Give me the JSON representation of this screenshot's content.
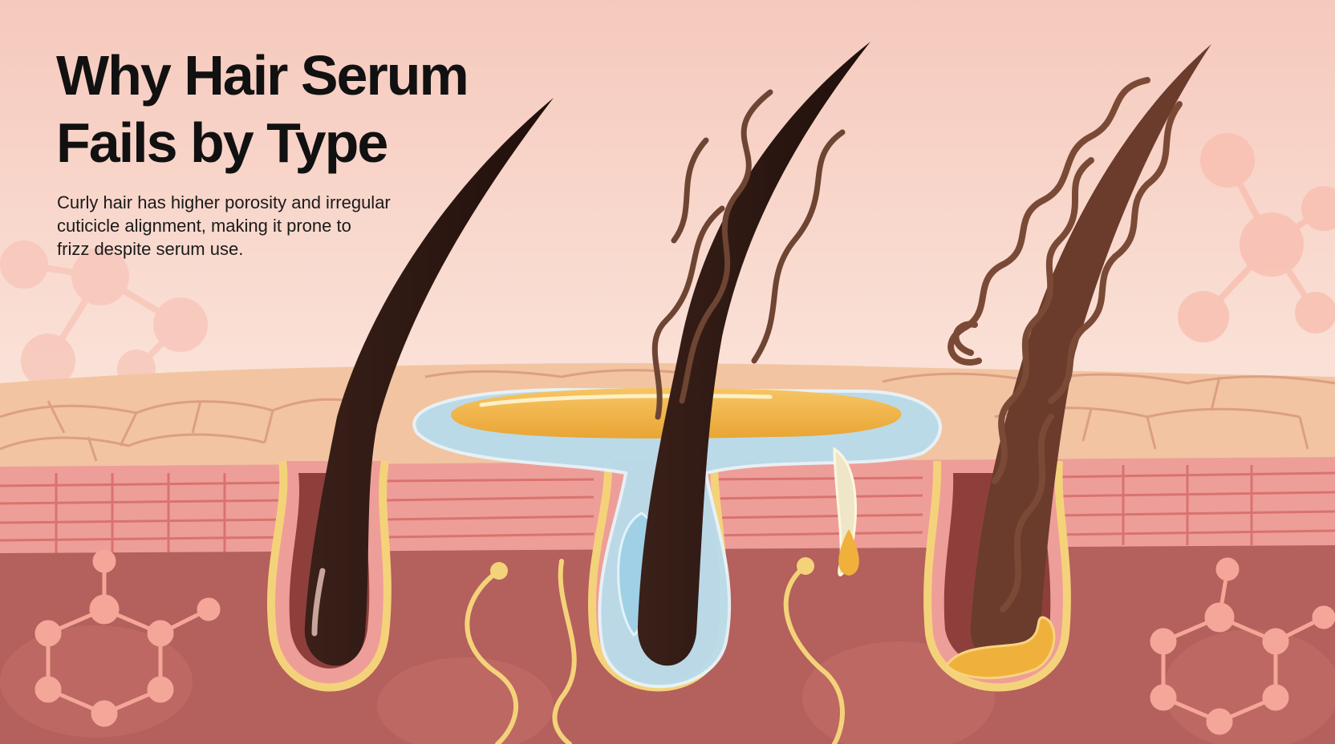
{
  "headline": {
    "line1": "Why Hair Serum",
    "line2": "Fails by Type"
  },
  "caption": {
    "line1": "Curly hair has higher porosity and irregular",
    "line2": "cuticicle alignment, making it prone to",
    "line3": "frizz despite serum use."
  },
  "hair_types": [
    "straight-hair",
    "wavy-hair",
    "curly-hair"
  ],
  "colors": {
    "sky_top": "#f6c9bd",
    "sky_bottom": "#fbe6dc",
    "epidermis": "#f2c4a2",
    "cell_lines": "#d99a7f",
    "dermis_band": "#ee9e98",
    "dermis_deep": "#b4605c",
    "follicle_lining": "#f4d27a",
    "hair_dark": "#2d1712",
    "hair_brown": "#7a4a36",
    "serum_gold": "#f0b13c",
    "serum_blue": "#b9dcec",
    "molecule": "#f4a699",
    "title_text": "#111111"
  }
}
